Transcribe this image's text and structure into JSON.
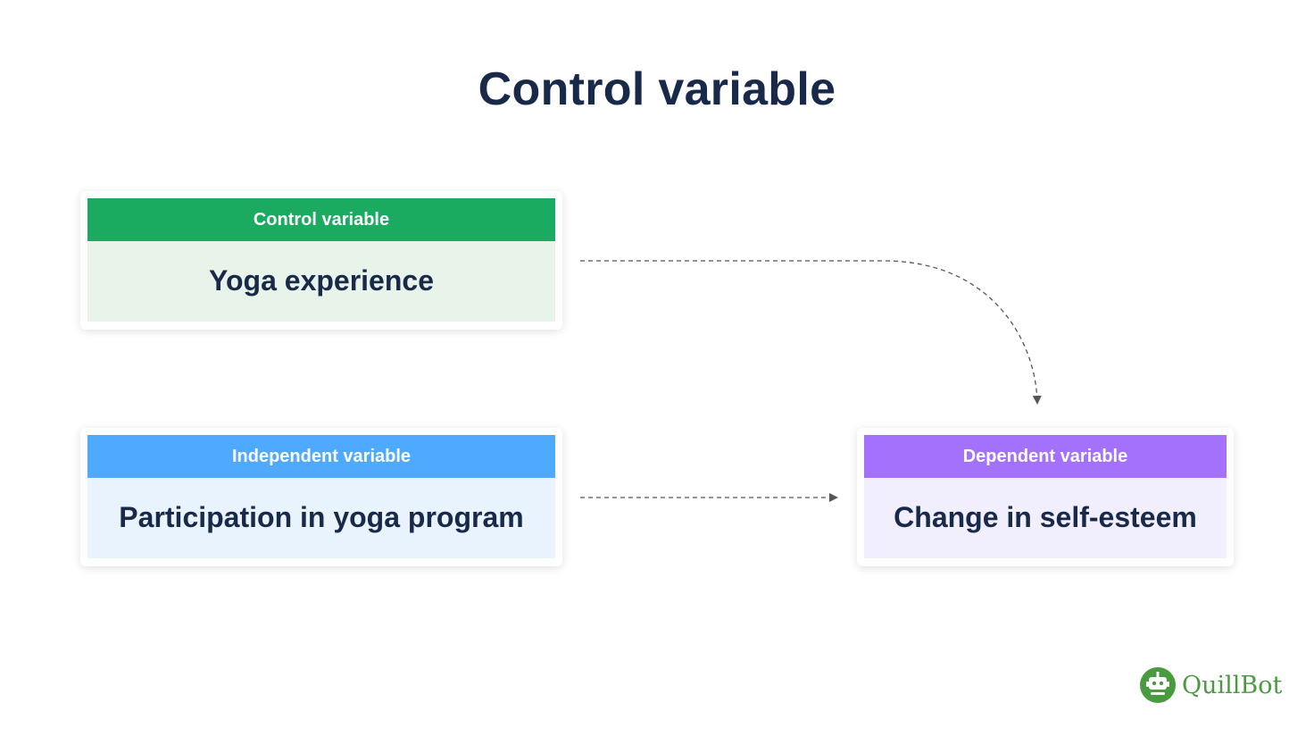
{
  "title": "Control variable",
  "colors": {
    "title_text": "#18294a",
    "control_header": "#1aab60",
    "control_body": "#e8f3ea",
    "independent_header": "#4ea9ff",
    "independent_body": "#e8f3fe",
    "dependent_header": "#a371fb",
    "dependent_body": "#f1eefd",
    "arrow": "#555555",
    "logo": "#4a9b3f"
  },
  "nodes": {
    "control": {
      "label": "Control variable",
      "value": "Yoga experience"
    },
    "independent": {
      "label": "Independent variable",
      "value": "Participation in yoga program"
    },
    "dependent": {
      "label": "Dependent variable",
      "value": "Change in self-esteem"
    }
  },
  "edges": [
    {
      "from": "control",
      "to": "dependent",
      "style": "dashed-curved"
    },
    {
      "from": "independent",
      "to": "dependent",
      "style": "dashed-straight"
    }
  ],
  "logo": {
    "text": "QuillBot",
    "icon": "quillbot-robot-icon"
  }
}
